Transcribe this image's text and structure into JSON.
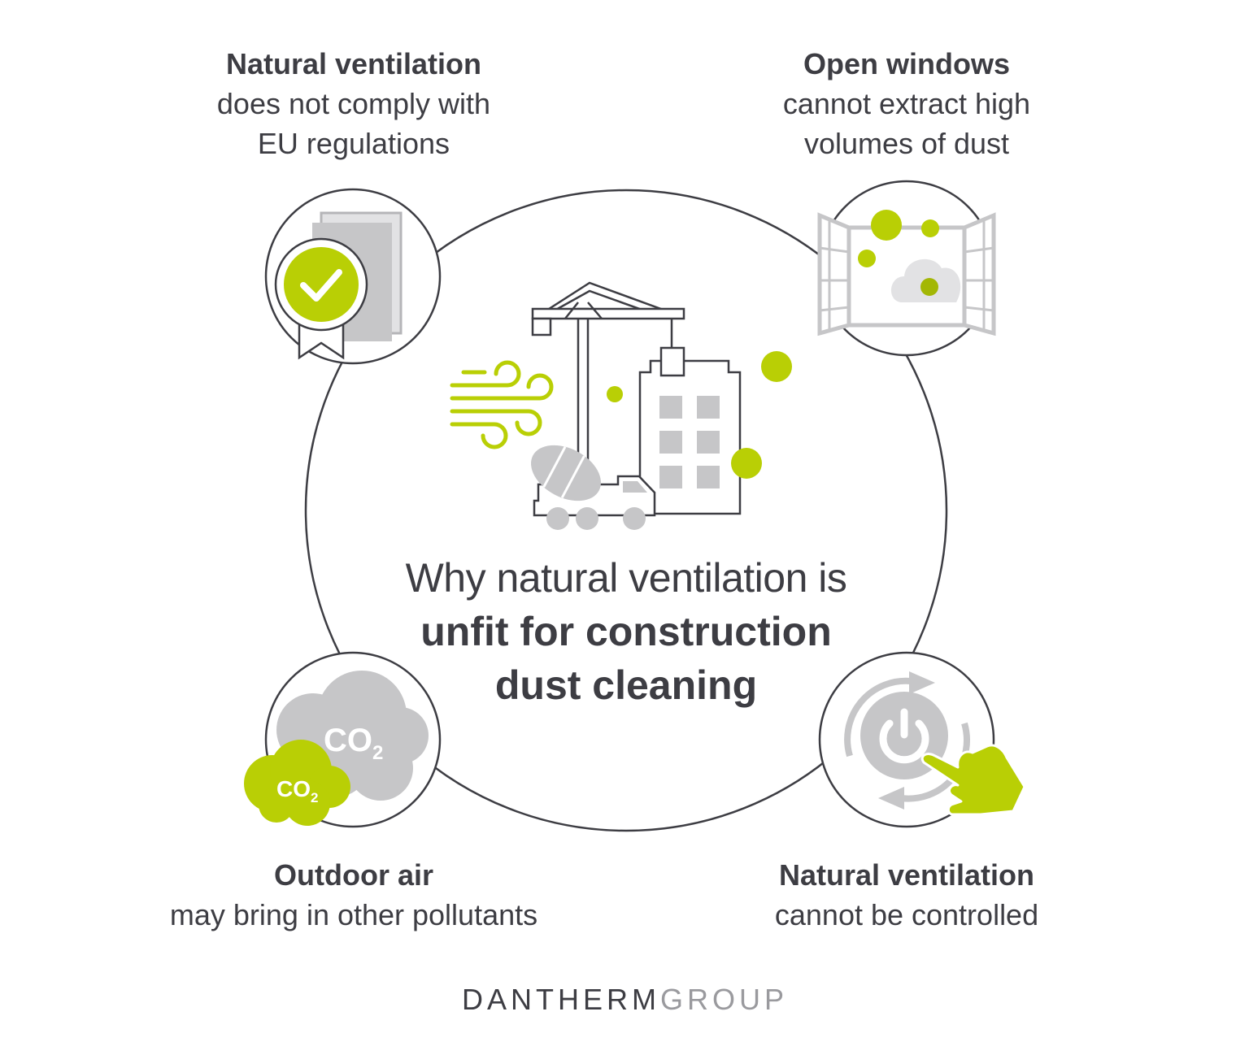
{
  "corners": {
    "top_left": {
      "title": "Natural ventilation",
      "line1": "does not comply with",
      "line2": "EU regulations"
    },
    "top_right": {
      "title": "Open windows",
      "line1": "cannot extract high",
      "line2": "volumes of dust"
    },
    "bottom_left": {
      "title": "Outdoor air",
      "line1": "may bring in other pollutants"
    },
    "bottom_right": {
      "title": "Natural ventilation",
      "line1": "cannot be controlled"
    }
  },
  "headline": {
    "line1": "Why natural ventilation is",
    "line2": "unfit for construction",
    "line3": "dust cleaning"
  },
  "co2_large": "CO",
  "co2_small": "CO",
  "co2_subscript": "2",
  "logo": {
    "brand": "DANTHERM",
    "group": "GROUP"
  },
  "colors": {
    "accent_green": "#b9cf05",
    "outline_dark": "#3d3d43",
    "icon_gray": "#c6c6c8",
    "text_dark": "#3d3d43",
    "logo_gray": "#9a9a9e"
  },
  "icons": {
    "top_left": "certificate-check-icon",
    "top_right": "open-window-dust-icon",
    "bottom_left": "co2-clouds-icon",
    "bottom_right": "power-button-hand-icon",
    "center": "construction-site-icon"
  }
}
